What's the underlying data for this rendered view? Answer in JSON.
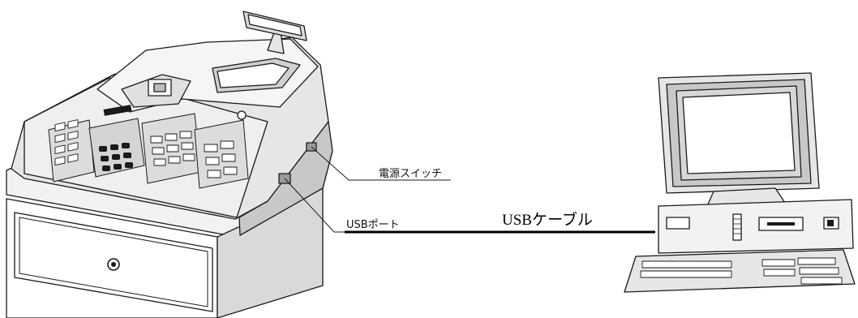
{
  "labels": {
    "power_switch": "電源スイッチ",
    "usb_port": "USBポート",
    "usb_cable": "USBケーブル"
  },
  "colors": {
    "line": "#1a1a1a",
    "panel": "#e6e6e6",
    "shade": "#bdbdbd",
    "screen": "#d7d7d7"
  },
  "icons": [
    "cash-register-icon",
    "desktop-computer-icon"
  ]
}
